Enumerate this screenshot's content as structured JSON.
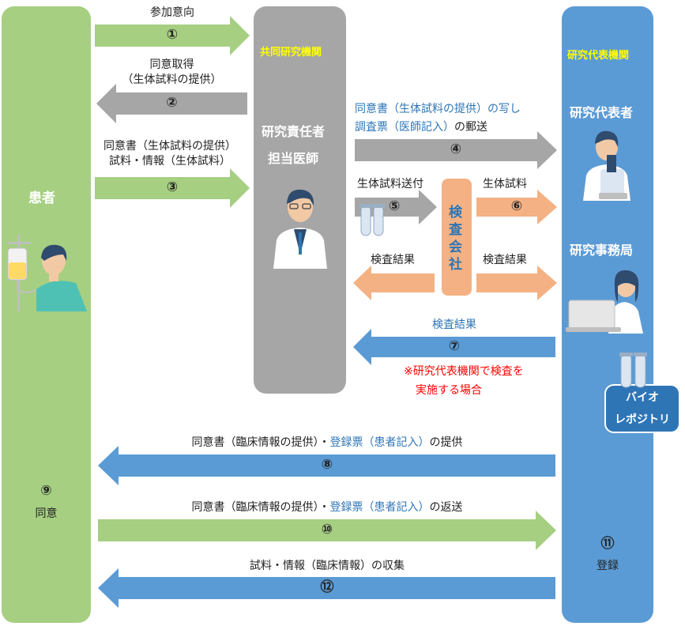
{
  "columns": {
    "patient": "患者",
    "institution_title": "共同研究機関",
    "institution_role1": "研究責任者",
    "institution_role2": "担当医師",
    "representative_title": "研究代表機関",
    "representative_role": "研究代表者",
    "secretariat": "研究事務局",
    "lab": "検査会社",
    "biorepo_line1": "バイオ",
    "biorepo_line2": "レポジトリ"
  },
  "steps": {
    "s1": {
      "num": "①",
      "label": "参加意向"
    },
    "s2": {
      "num": "②",
      "label1": "同意取得",
      "label2": "（生体試料の提供）"
    },
    "s3": {
      "num": "③",
      "label1": "同意書（生体試料の提供）",
      "label2": "試料・情報（生体試料）"
    },
    "s4": {
      "num": "④",
      "label1": "同意書（生体試料の提供）の写し",
      "label2a": "調査票（医師記入）",
      "label2b": "の郵送"
    },
    "s5": {
      "num": "⑤",
      "label": "生体試料送付"
    },
    "s6": {
      "num": "⑥",
      "label": "生体試料"
    },
    "result_left": "検査結果",
    "result_right": "検査結果",
    "s7": {
      "num": "⑦",
      "label": "検査結果",
      "note1": "※研究代表機関で検査を",
      "note2": "実施する場合"
    },
    "s8": {
      "num": "⑧",
      "label_a": "同意書（臨床情報の提供）・",
      "label_b": "登録票（患者記入）",
      "label_c": "の提供"
    },
    "s9": {
      "num": "⑨",
      "label": "同意"
    },
    "s10": {
      "num": "⑩",
      "label_a": "同意書（臨床情報の提供）・",
      "label_b": "登録票（患者記入）",
      "label_c": "の返送"
    },
    "s11": {
      "num": "⑪",
      "label": "登録"
    },
    "s12": {
      "num": "⑫",
      "label": "試料・情報（臨床情報）の収集"
    }
  },
  "colors": {
    "green": "#a6cf82",
    "gray": "#a6a6a6",
    "blue": "#5b9bd5",
    "orange": "#f4b183",
    "accent_blue": "#2e75b6",
    "note_red": "#ff0000"
  }
}
